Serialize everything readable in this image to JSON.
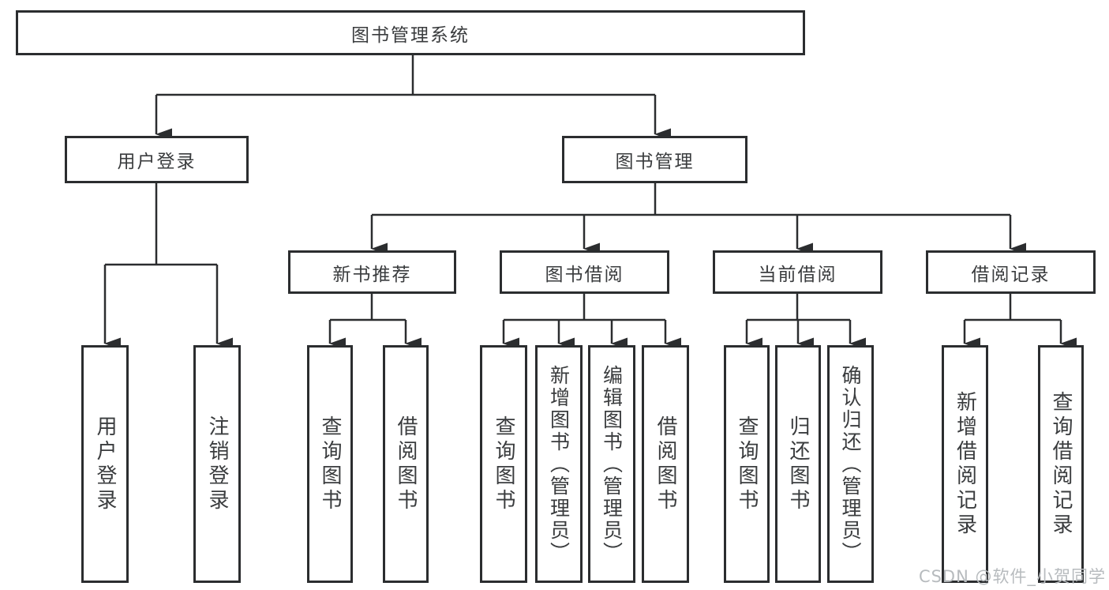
{
  "diagram": {
    "type": "hierarchy-structure-chart",
    "nodes": {
      "root": {
        "label": "图书管理系统"
      },
      "level2": [
        {
          "label": "用户登录"
        },
        {
          "label": "图书管理"
        }
      ],
      "level3": [
        {
          "label": "新书推荐"
        },
        {
          "label": "图书借阅"
        },
        {
          "label": "当前借阅"
        },
        {
          "label": "借阅记录"
        }
      ],
      "leaves": [
        {
          "label": "用户登录",
          "parent": "用户登录"
        },
        {
          "label": "注销登录",
          "parent": "用户登录"
        },
        {
          "label": "查询图书",
          "parent": "新书推荐"
        },
        {
          "label": "借阅图书",
          "parent": "新书推荐"
        },
        {
          "label": "查询图书",
          "parent": "图书借阅"
        },
        {
          "label": "新增图书（管理员）",
          "parent": "图书借阅"
        },
        {
          "label": "编辑图书（管理员）",
          "parent": "图书借阅"
        },
        {
          "label": "借阅图书",
          "parent": "图书借阅"
        },
        {
          "label": "查询图书",
          "parent": "当前借阅"
        },
        {
          "label": "归还图书",
          "parent": "当前借阅"
        },
        {
          "label": "确认归还（管理员）",
          "parent": "当前借阅"
        },
        {
          "label": "新增借阅记录",
          "parent": "借阅记录"
        },
        {
          "label": "查询借阅记录",
          "parent": "借阅记录"
        }
      ]
    },
    "colors": {
      "line": "#2b2d2f",
      "text": "#3a3c3e",
      "background": "#ffffff",
      "watermark": "#b7bbbe"
    },
    "watermark": "CSDN @软件_小贺同学"
  }
}
